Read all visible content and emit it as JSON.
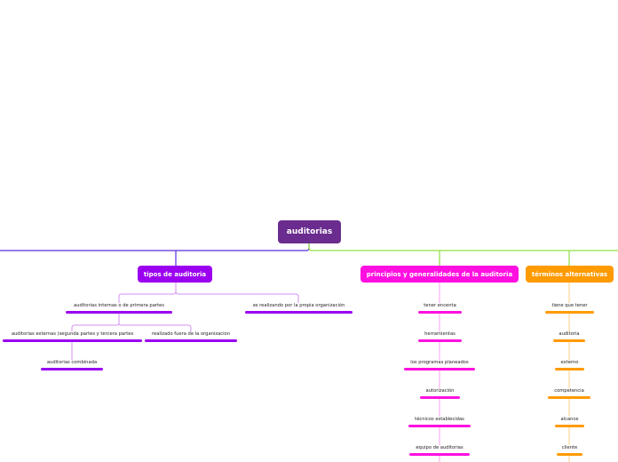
{
  "root": {
    "label": "auditorias",
    "color": "#6a2c8e"
  },
  "branches": [
    {
      "id": "tipos",
      "label": "tipos de auditoria",
      "color": "#9b00f0",
      "line_color": "#5b2be0",
      "child_line_color": "#d68ff0",
      "children": [
        {
          "label": "auditorias internas o de primera partes"
        },
        {
          "label": "se realizando por la propia organización"
        },
        {
          "label": "auditorias externas (segunda partes y tercera partes"
        },
        {
          "label": "realizado fuera de la organizacion"
        },
        {
          "label": "auditorias combinada"
        }
      ]
    },
    {
      "id": "principios",
      "label": "principios y generalidades de la auditoria",
      "color": "#ff10e0",
      "line_color": "#8fe040",
      "child_line_color": "#ff9ff0",
      "children": [
        {
          "label": "tener encenta"
        },
        {
          "label": "herramientas"
        },
        {
          "label": "los programas planeados"
        },
        {
          "label": "autorización"
        },
        {
          "label": "técnicos establecidas"
        },
        {
          "label": "equipo de auditorias"
        }
      ]
    },
    {
      "id": "terminos",
      "label": "términos alternativas",
      "color": "#ff9a00",
      "line_color": "#8fe040",
      "child_line_color": "#ffcf80",
      "children": [
        {
          "label": "tiene que tener"
        },
        {
          "label": "auditoria"
        },
        {
          "label": "externo"
        },
        {
          "label": "competencia"
        },
        {
          "label": "alcance"
        },
        {
          "label": "cliente"
        }
      ]
    }
  ]
}
